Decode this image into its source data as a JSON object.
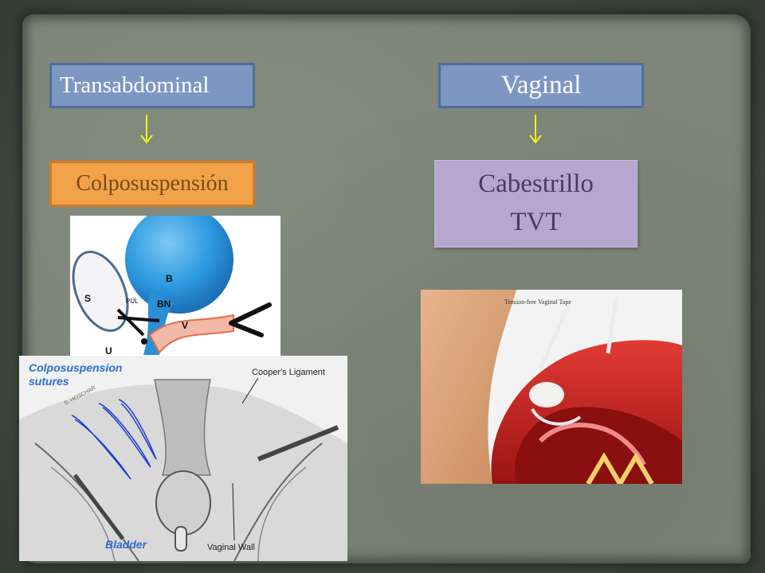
{
  "boxes": {
    "transabdominal": "Transabdominal",
    "vaginal": "Vaginal",
    "colposuspension": "Colposuspensión",
    "sling_line1": "Cabestrillo",
    "sling_line2": "TVT"
  },
  "figure_top_left": {
    "labels": {
      "b": "B",
      "bn": "BN",
      "s": "S",
      "pul": "PUL",
      "v": "V",
      "u": "U"
    }
  },
  "figure_bottom_left": {
    "title_line1": "Colposuspension",
    "title_line2": "sutures",
    "coopers": "Cooper's Ligament",
    "bladder": "Bladder",
    "vaginal_wall": "Vaginal Wall",
    "signature": "S. HOSCHAR"
  },
  "figure_right": {
    "caption": "Tension-free Vaginal Tape"
  },
  "colors": {
    "blue_box": "#7d97c3",
    "orange_box": "#f2a34a",
    "lilac_box": "#b7a7cf",
    "arrow": "#f2f21a"
  }
}
